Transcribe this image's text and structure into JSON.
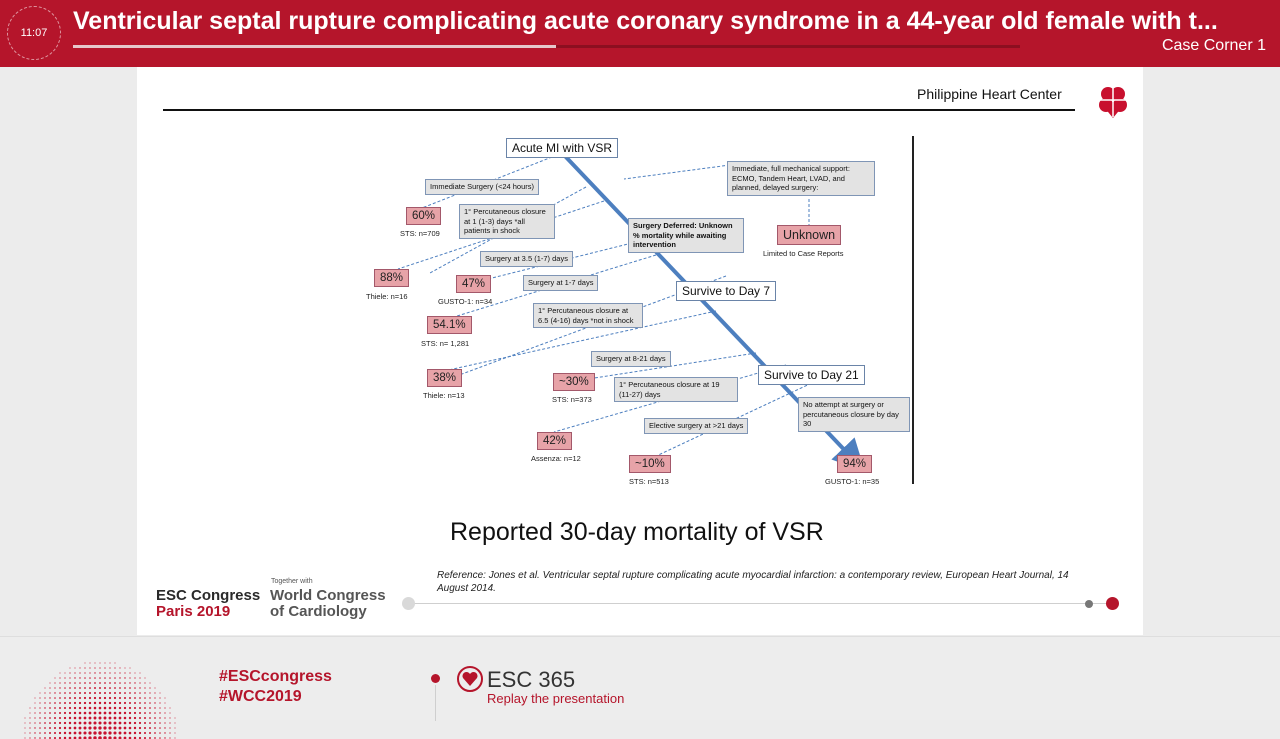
{
  "header": {
    "clock": "11:07",
    "title": "Ventricular septal rupture complicating acute coronary syndrome in a 44-year old female with t...",
    "subtitle": "Case Corner 1",
    "progress": 0.51
  },
  "slide": {
    "institution": "Philippine Heart Center",
    "caption": "Reported 30-day mortality of VSR",
    "reference": "Reference: Jones et al. Ventricular septal rupture complicating acute myocardial infarction: a contemporary review, European Heart Journal, 14 August 2014.",
    "esc_line1": "ESC Congress",
    "esc_line2": "Paris 2019",
    "together": "Together with",
    "wcc_line1": "World Congress",
    "wcc_line2": "of Cardiology"
  },
  "figure": {
    "root": "Acute MI with VSR",
    "immediate_surgery": "Immediate Surgery (<24 hours)",
    "mech_support": "Immediate, full mechanical support: ECMO, Tandem Heart, LVAD, and planned, delayed surgery:",
    "perc_closure_1": "1° Percutaneous closure at 1 (1-3) days *all patients in shock",
    "surgery_deferred": "Surgery Deferred: Unknown % mortality while awaiting intervention",
    "unknown": "Unknown",
    "limited": "Limited to Case Reports",
    "surgery_35": "Surgery at 3.5 (1-7) days",
    "surgery_1_7": "Surgery at 1-7 days",
    "survive_7": "Survive to Day 7",
    "perc_closure_65": "1° Percutaneous closure at 6.5 (4-16) days *not in shock",
    "surgery_8_21": "Surgery at 8-21 days",
    "survive_21": "Survive to Day 21",
    "perc_closure_19": "1° Percutaneous closure at 19 (11-27) days",
    "no_attempt": "No attempt at surgery or percutaneous closure by day 30",
    "elective": "Elective surgery at >21 days",
    "p60": "60%",
    "s60": "STS: n=709",
    "p88": "88%",
    "s88": "Thiele: n=16",
    "p47": "47%",
    "s47": "GUSTO-1: n=34",
    "p541": "54.1%",
    "s541": "STS: n= 1,281",
    "p38": "38%",
    "s38": "Thiele: n=13",
    "p30": "~30%",
    "s30": "STS: n=373",
    "p42": "42%",
    "s42": "Assenza: n=12",
    "p10": "~10%",
    "s10": "STS: n=513",
    "p94": "94%",
    "s94": "GUSTO-1: n=35"
  },
  "footer": {
    "hashtag1": "#ESCcongress",
    "hashtag2": "#WCC2019",
    "esc365": "ESC 365",
    "replay": "Replay the presentation"
  },
  "colors": {
    "brand_red": "#b5152b",
    "figure_arrow": "#4d7fbf",
    "percent_box": "#e7a3a8"
  }
}
